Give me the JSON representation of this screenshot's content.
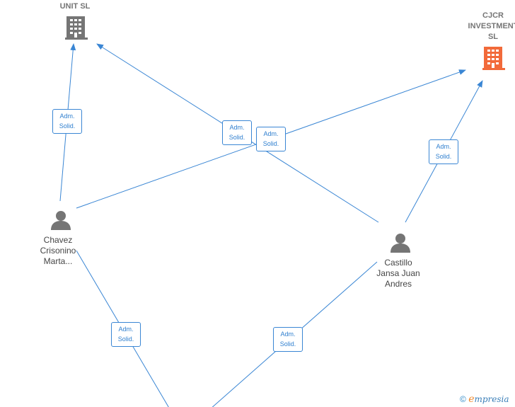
{
  "nodes": {
    "unit_sl": {
      "label": "UNIT SL",
      "icon": "building-icon",
      "color": "#757575"
    },
    "cjcr": {
      "line1": "CJCR",
      "line2": "INVESTMENT",
      "line3": "SL",
      "icon": "building-icon",
      "color": "#f26a3a"
    },
    "chavez": {
      "line1": "Chavez",
      "line2": "Crisonino",
      "line3": "Marta...",
      "icon": "person-icon"
    },
    "castillo": {
      "line1": "Castillo",
      "line2": "Jansa Juan",
      "line3": "Andres",
      "icon": "person-icon"
    }
  },
  "edge_labels": [
    {
      "line1": "Adm.",
      "line2": "Solid."
    },
    {
      "line1": "Adm.",
      "line2": "Solid."
    },
    {
      "line1": "Adm.",
      "line2": "Solid."
    },
    {
      "line1": "Adm.",
      "line2": "Solid."
    },
    {
      "line1": "Adm.",
      "line2": "Solid."
    },
    {
      "line1": "Adm.",
      "line2": "Solid."
    }
  ],
  "colors": {
    "edge": "#3a86d4",
    "person": "#757575",
    "company": "#757575",
    "highlight_company": "#f26a3a"
  },
  "footer": {
    "copyright": "©",
    "brand_initial": "e",
    "brand_rest": "mpresia"
  }
}
